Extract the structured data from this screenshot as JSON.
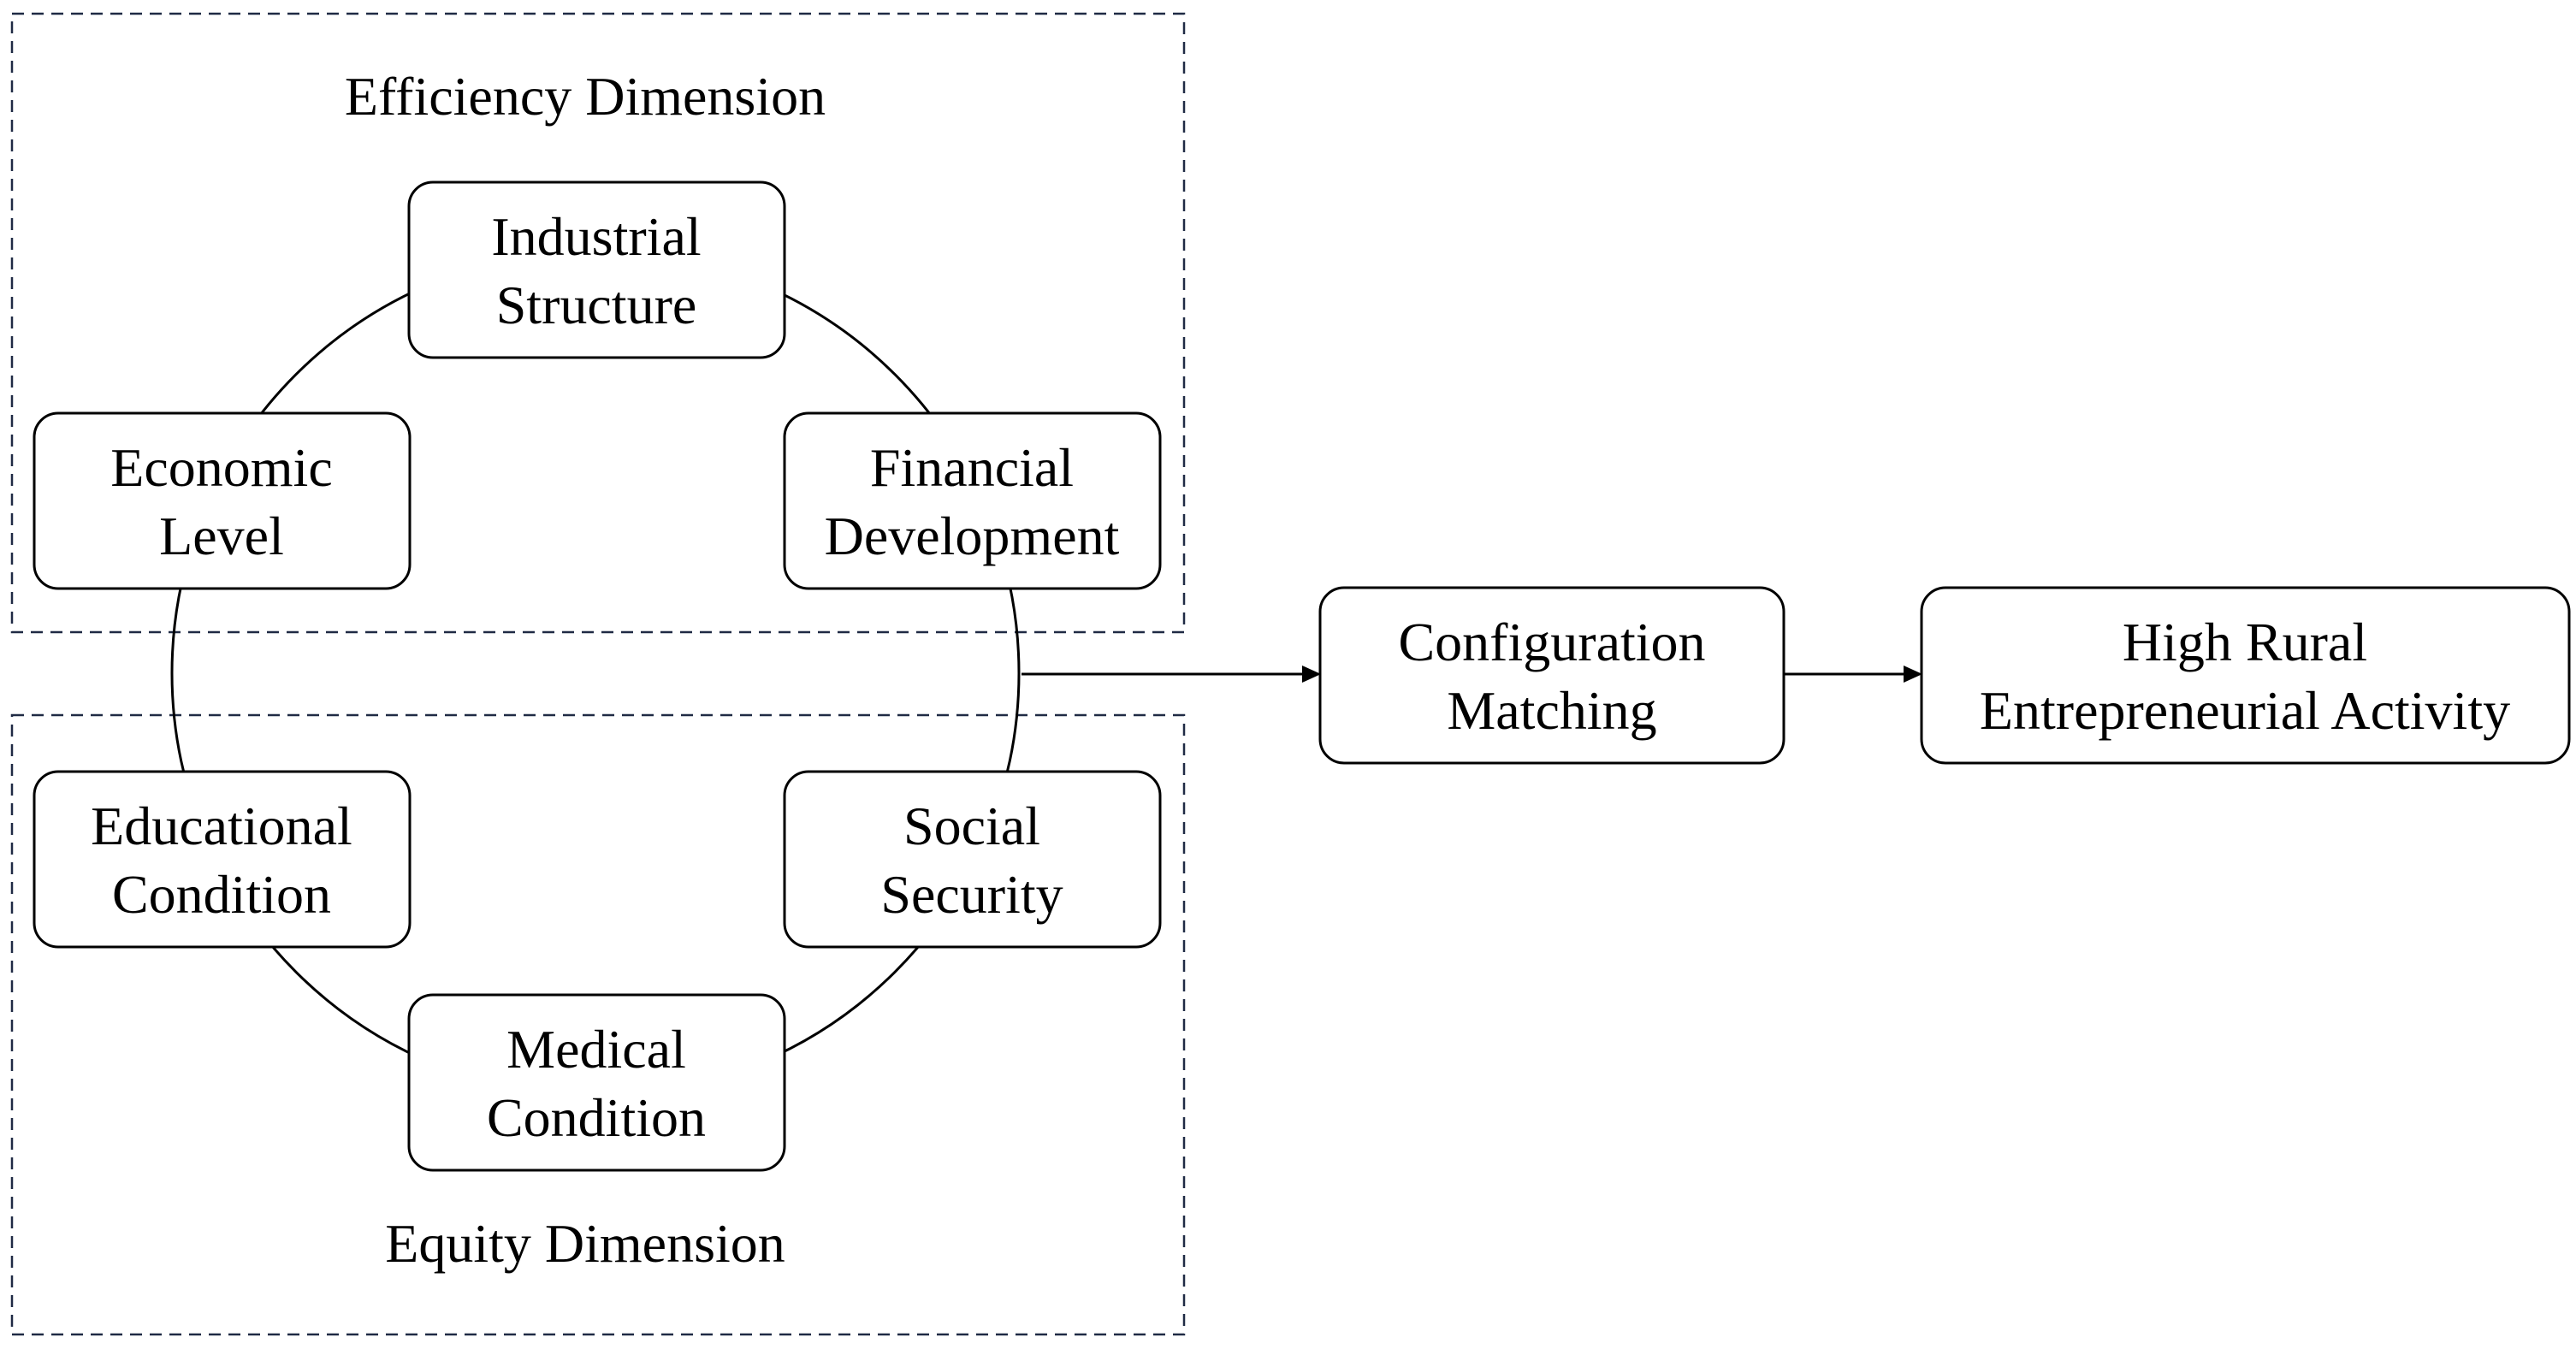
{
  "groups": {
    "efficiency": {
      "title": "Efficiency Dimension"
    },
    "equity": {
      "title": "Equity Dimension"
    }
  },
  "nodes": {
    "industrial_structure": {
      "line1": "Industrial",
      "line2": "Structure"
    },
    "economic_level": {
      "line1": "Economic",
      "line2": "Level"
    },
    "financial_development": {
      "line1": "Financial",
      "line2": "Development"
    },
    "educational_condition": {
      "line1": "Educational",
      "line2": "Condition"
    },
    "social_security": {
      "line1": "Social",
      "line2": "Security"
    },
    "medical_condition": {
      "line1": "Medical",
      "line2": "Condition"
    },
    "configuration_matching": {
      "line1": "Configuration",
      "line2": "Matching"
    },
    "outcome": {
      "line1": "High Rural",
      "line2": "Entrepreneurial Activity"
    }
  },
  "edges": [
    {
      "from": "condition-ring",
      "to": "configuration_matching"
    },
    {
      "from": "configuration_matching",
      "to": "outcome"
    }
  ]
}
